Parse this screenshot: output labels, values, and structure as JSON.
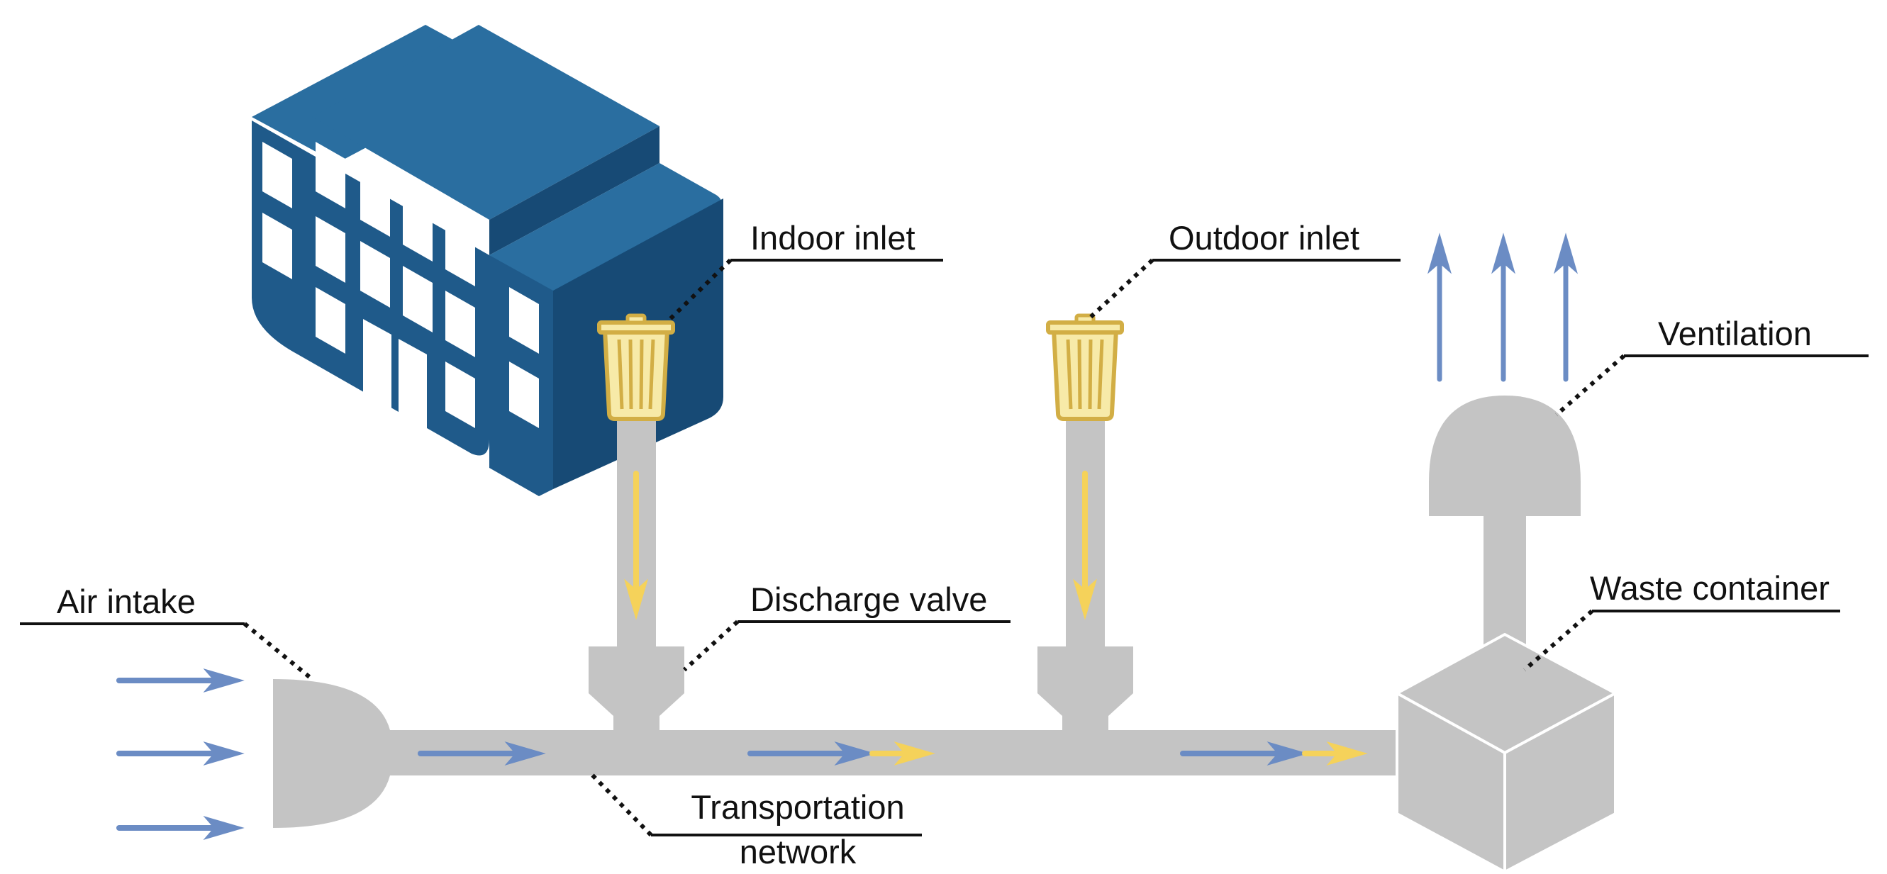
{
  "labels": {
    "indoor_inlet": "Indoor inlet",
    "outdoor_inlet": "Outdoor inlet",
    "ventilation": "Ventilation",
    "air_intake": "Air intake",
    "discharge_valve": "Discharge valve",
    "waste_container": "Waste container",
    "transportation_network_line1": "Transportation",
    "transportation_network_line2": "network"
  },
  "colors": {
    "pipe": "#c4c4c4",
    "air_flow": "#6b8cc4",
    "waste_flow": "#f5d25a",
    "building_front": "#1f5a8a",
    "building_top": "#2a6ea0",
    "building_side": "#174a75",
    "bin_fill": "#f7eaa8",
    "bin_stroke": "#d2ae45",
    "window": "#ffffff",
    "window_shade": "#b9c7d6"
  },
  "icons": {
    "building": "building-icon",
    "bin": "trash-bin-icon",
    "arrow": "arrow-icon"
  }
}
